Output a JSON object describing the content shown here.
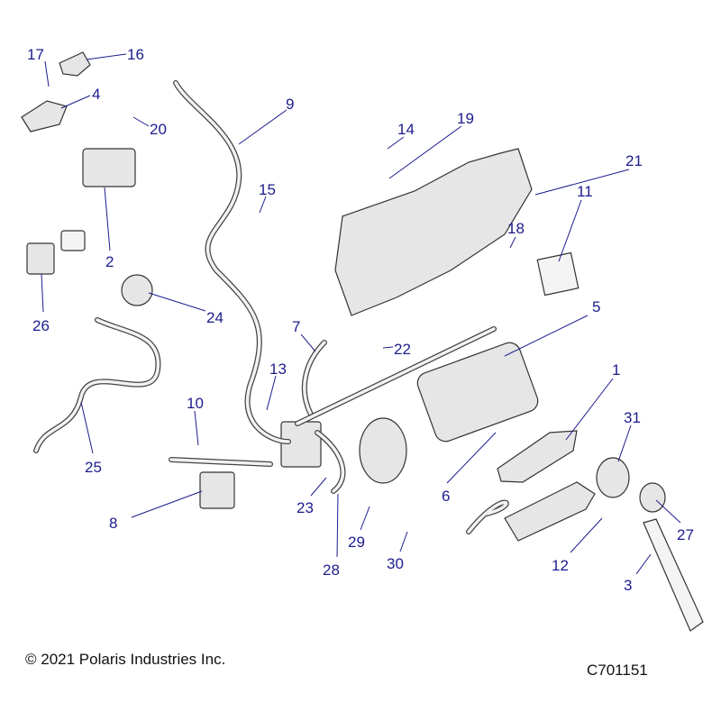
{
  "callouts": [
    "17",
    "16",
    "4",
    "20",
    "9",
    "14",
    "19",
    "21",
    "15",
    "2",
    "11",
    "18",
    "26",
    "24",
    "5",
    "7",
    "22",
    "13",
    "1",
    "10",
    "31",
    "25",
    "6",
    "8",
    "23",
    "27",
    "29",
    "28",
    "30",
    "12",
    "3"
  ],
  "copyright": "© 2021 Polaris Industries Inc.",
  "diagram_id": "C701151",
  "colors": {
    "callout": "#1c1c8e",
    "line_art": "#333333"
  }
}
